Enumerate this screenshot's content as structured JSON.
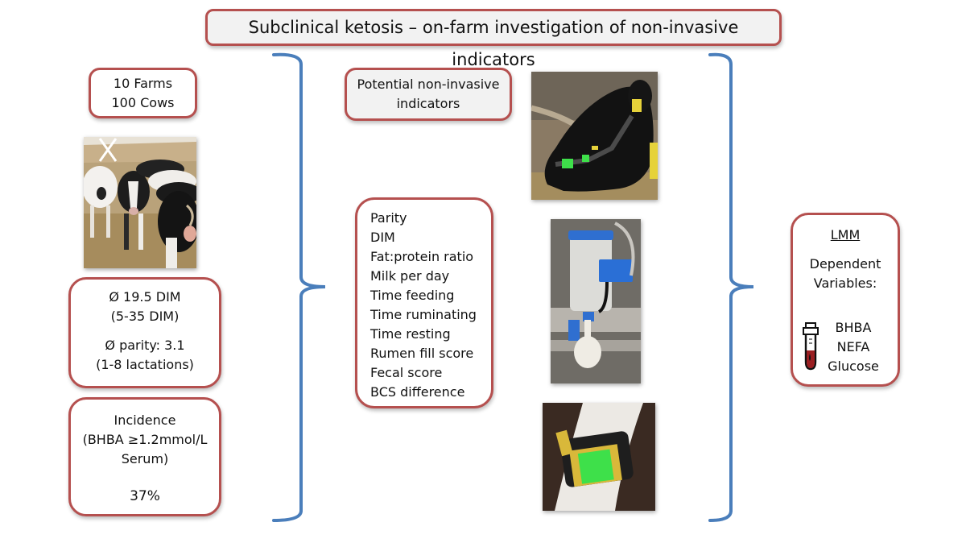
{
  "title": "Subclinical ketosis – on-farm investigation of non-invasive indicators",
  "left_column": {
    "farms_cows": [
      "10 Farms",
      "100 Cows"
    ],
    "dim_stats": {
      "mean_dim": "Ø 19.5 DIM",
      "dim_range": "(5-35 DIM)",
      "mean_parity": "Ø parity: 3.1",
      "parity_range": "(1-8 lactations)"
    },
    "incidence": {
      "label": "Incidence",
      "criterion_line1": "(BHBA ≥1.2mmol/L",
      "criterion_line2": "Serum)",
      "value": "37%"
    },
    "photo": "cows-in-barn-photo"
  },
  "middle_column": {
    "header": [
      "Potential non-invasive",
      "indicators"
    ],
    "indicators": [
      "Parity",
      "DIM",
      "Fat:protein ratio",
      "Milk per day",
      "Time feeding",
      "Time ruminating",
      "Time resting",
      "Rumen fill score",
      "Fecal score",
      "BCS difference"
    ],
    "photos": [
      "cow-halter-sensor-photo",
      "milk-meter-photo",
      "leg-pedometer-photo"
    ]
  },
  "right_column": {
    "model": "LMM",
    "dependent_label": [
      "Dependent",
      "Variables:"
    ],
    "variables": [
      "BHBA",
      "NEFA",
      "Glucose"
    ],
    "icon": "blood-tube-icon"
  },
  "colors": {
    "box_border": "#b5504f",
    "brace": "#4a7ebb",
    "title_fill": "#f2f2f2"
  }
}
